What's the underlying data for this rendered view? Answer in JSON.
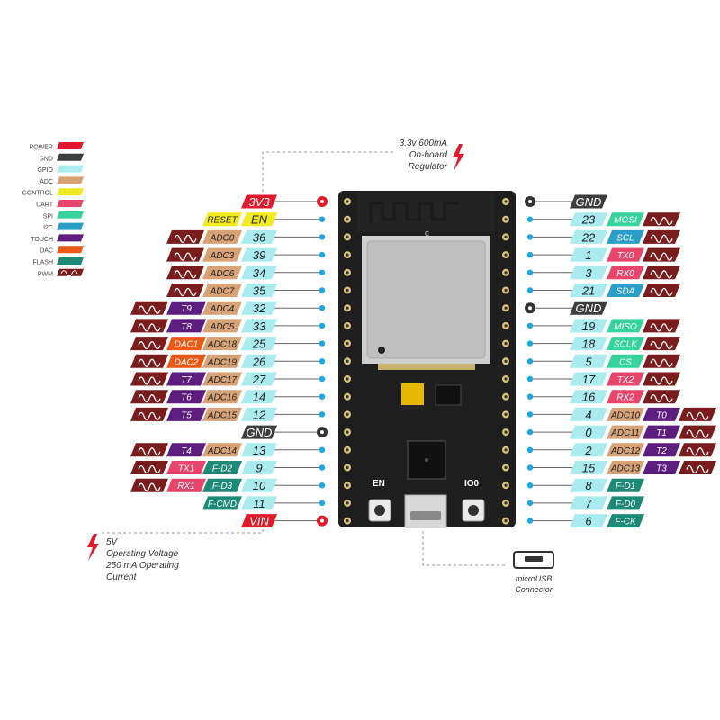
{
  "colors": {
    "POWER": "#e0192c",
    "GND": "#3d3d3d",
    "GPIO": "#a9ebee",
    "ADC": "#d8a277",
    "CONTROL": "#f2ea21",
    "UART": "#e8456c",
    "SPI": "#36d39d",
    "I2C": "#2b9ec7",
    "TOUCH": "#5d1d7e",
    "DAC": "#ea5a16",
    "FLASH": "#1d8a77",
    "PWM": "#7a1c1c"
  },
  "legend": [
    {
      "label": "POWER",
      "type": "POWER"
    },
    {
      "label": "GND",
      "type": "GND"
    },
    {
      "label": "GPIO",
      "type": "GPIO"
    },
    {
      "label": "ADC",
      "type": "ADC"
    },
    {
      "label": "CONTROL",
      "type": "CONTROL"
    },
    {
      "label": "UART",
      "type": "UART"
    },
    {
      "label": "SPI",
      "type": "SPI"
    },
    {
      "label": "I2C",
      "type": "I2C"
    },
    {
      "label": "TOUCH",
      "type": "TOUCH"
    },
    {
      "label": "DAC",
      "type": "DAC"
    },
    {
      "label": "FLASH",
      "type": "FLASH"
    },
    {
      "label": "PWM",
      "type": "PWM"
    }
  ],
  "left_pins": [
    {
      "main": "3V3",
      "main_type": "POWER",
      "dot": "red",
      "tags": []
    },
    {
      "main": "EN",
      "main_type": "CONTROL",
      "dot": "blue",
      "tags": [
        {
          "t": "RESET",
          "type": "CONTROL"
        }
      ]
    },
    {
      "main": "36",
      "main_type": "GPIO",
      "dot": "blue",
      "tags": [
        {
          "t": "ADC0",
          "type": "ADC"
        },
        {
          "t": "",
          "type": "PWM"
        }
      ]
    },
    {
      "main": "39",
      "main_type": "GPIO",
      "dot": "blue",
      "tags": [
        {
          "t": "ADC3",
          "type": "ADC"
        },
        {
          "t": "",
          "type": "PWM"
        }
      ]
    },
    {
      "main": "34",
      "main_type": "GPIO",
      "dot": "blue",
      "tags": [
        {
          "t": "ADC6",
          "type": "ADC"
        },
        {
          "t": "",
          "type": "PWM"
        }
      ]
    },
    {
      "main": "35",
      "main_type": "GPIO",
      "dot": "blue",
      "tags": [
        {
          "t": "ADC7",
          "type": "ADC"
        },
        {
          "t": "",
          "type": "PWM"
        }
      ]
    },
    {
      "main": "32",
      "main_type": "GPIO",
      "dot": "blue",
      "tags": [
        {
          "t": "ADC4",
          "type": "ADC"
        },
        {
          "t": "T9",
          "type": "TOUCH"
        },
        {
          "t": "",
          "type": "PWM"
        }
      ]
    },
    {
      "main": "33",
      "main_type": "GPIO",
      "dot": "blue",
      "tags": [
        {
          "t": "ADC5",
          "type": "ADC"
        },
        {
          "t": "T8",
          "type": "TOUCH"
        },
        {
          "t": "",
          "type": "PWM"
        }
      ]
    },
    {
      "main": "25",
      "main_type": "GPIO",
      "dot": "blue",
      "tags": [
        {
          "t": "ADC18",
          "type": "ADC"
        },
        {
          "t": "DAC1",
          "type": "DAC"
        },
        {
          "t": "",
          "type": "PWM"
        }
      ]
    },
    {
      "main": "26",
      "main_type": "GPIO",
      "dot": "blue",
      "tags": [
        {
          "t": "ADC19",
          "type": "ADC"
        },
        {
          "t": "DAC2",
          "type": "DAC"
        },
        {
          "t": "",
          "type": "PWM"
        }
      ]
    },
    {
      "main": "27",
      "main_type": "GPIO",
      "dot": "blue",
      "tags": [
        {
          "t": "ADC17",
          "type": "ADC"
        },
        {
          "t": "T7",
          "type": "TOUCH"
        },
        {
          "t": "",
          "type": "PWM"
        }
      ]
    },
    {
      "main": "14",
      "main_type": "GPIO",
      "dot": "blue",
      "tags": [
        {
          "t": "ADC16",
          "type": "ADC"
        },
        {
          "t": "T6",
          "type": "TOUCH"
        },
        {
          "t": "",
          "type": "PWM"
        }
      ]
    },
    {
      "main": "12",
      "main_type": "GPIO",
      "dot": "blue",
      "tags": [
        {
          "t": "ADC15",
          "type": "ADC"
        },
        {
          "t": "T5",
          "type": "TOUCH"
        },
        {
          "t": "",
          "type": "PWM"
        }
      ]
    },
    {
      "main": "GND",
      "main_type": "GND",
      "dot": "black",
      "tags": []
    },
    {
      "main": "13",
      "main_type": "GPIO",
      "dot": "blue",
      "tags": [
        {
          "t": "ADC14",
          "type": "ADC"
        },
        {
          "t": "T4",
          "type": "TOUCH"
        },
        {
          "t": "",
          "type": "PWM"
        }
      ]
    },
    {
      "main": "9",
      "main_type": "GPIO",
      "dot": "blue",
      "tags": [
        {
          "t": "F-D2",
          "type": "FLASH"
        },
        {
          "t": "TX1",
          "type": "UART"
        },
        {
          "t": "",
          "type": "PWM"
        }
      ]
    },
    {
      "main": "10",
      "main_type": "GPIO",
      "dot": "blue",
      "tags": [
        {
          "t": "F-D3",
          "type": "FLASH"
        },
        {
          "t": "RX1",
          "type": "UART"
        },
        {
          "t": "",
          "type": "PWM"
        }
      ]
    },
    {
      "main": "11",
      "main_type": "GPIO",
      "dot": "blue",
      "tags": [
        {
          "t": "F-CMD",
          "type": "FLASH"
        }
      ]
    },
    {
      "main": "VIN",
      "main_type": "POWER",
      "dot": "red",
      "tags": []
    }
  ],
  "right_pins": [
    {
      "main": "GND",
      "main_type": "GND",
      "dot": "black",
      "tags": []
    },
    {
      "main": "23",
      "main_type": "GPIO",
      "dot": "blue",
      "tags": [
        {
          "t": "MOSI",
          "type": "SPI"
        },
        {
          "t": "",
          "type": "PWM"
        }
      ]
    },
    {
      "main": "22",
      "main_type": "GPIO",
      "dot": "blue",
      "tags": [
        {
          "t": "SCL",
          "type": "I2C"
        },
        {
          "t": "",
          "type": "PWM"
        }
      ]
    },
    {
      "main": "1",
      "main_type": "GPIO",
      "dot": "blue",
      "tags": [
        {
          "t": "TX0",
          "type": "UART"
        },
        {
          "t": "",
          "type": "PWM"
        }
      ]
    },
    {
      "main": "3",
      "main_type": "GPIO",
      "dot": "blue",
      "tags": [
        {
          "t": "RX0",
          "type": "UART"
        },
        {
          "t": "",
          "type": "PWM"
        }
      ]
    },
    {
      "main": "21",
      "main_type": "GPIO",
      "dot": "blue",
      "tags": [
        {
          "t": "SDA",
          "type": "I2C"
        },
        {
          "t": "",
          "type": "PWM"
        }
      ]
    },
    {
      "main": "GND",
      "main_type": "GND",
      "dot": "black",
      "tags": []
    },
    {
      "main": "19",
      "main_type": "GPIO",
      "dot": "blue",
      "tags": [
        {
          "t": "MISO",
          "type": "SPI"
        },
        {
          "t": "",
          "type": "PWM"
        }
      ]
    },
    {
      "main": "18",
      "main_type": "GPIO",
      "dot": "blue",
      "tags": [
        {
          "t": "SCLK",
          "type": "SPI"
        },
        {
          "t": "",
          "type": "PWM"
        }
      ]
    },
    {
      "main": "5",
      "main_type": "GPIO",
      "dot": "blue",
      "tags": [
        {
          "t": "CS",
          "type": "SPI"
        },
        {
          "t": "",
          "type": "PWM"
        }
      ]
    },
    {
      "main": "17",
      "main_type": "GPIO",
      "dot": "blue",
      "tags": [
        {
          "t": "TX2",
          "type": "UART"
        },
        {
          "t": "",
          "type": "PWM"
        }
      ]
    },
    {
      "main": "16",
      "main_type": "GPIO",
      "dot": "blue",
      "tags": [
        {
          "t": "RX2",
          "type": "UART"
        },
        {
          "t": "",
          "type": "PWM"
        }
      ]
    },
    {
      "main": "4",
      "main_type": "GPIO",
      "dot": "blue",
      "tags": [
        {
          "t": "ADC10",
          "type": "ADC"
        },
        {
          "t": "T0",
          "type": "TOUCH"
        },
        {
          "t": "",
          "type": "PWM"
        }
      ]
    },
    {
      "main": "0",
      "main_type": "GPIO",
      "dot": "blue",
      "tags": [
        {
          "t": "ADC11",
          "type": "ADC"
        },
        {
          "t": "T1",
          "type": "TOUCH"
        },
        {
          "t": "",
          "type": "PWM"
        }
      ]
    },
    {
      "main": "2",
      "main_type": "GPIO",
      "dot": "blue",
      "tags": [
        {
          "t": "ADC12",
          "type": "ADC"
        },
        {
          "t": "T2",
          "type": "TOUCH"
        },
        {
          "t": "",
          "type": "PWM"
        }
      ]
    },
    {
      "main": "15",
      "main_type": "GPIO",
      "dot": "blue",
      "tags": [
        {
          "t": "ADC13",
          "type": "ADC"
        },
        {
          "t": "T3",
          "type": "TOUCH"
        },
        {
          "t": "",
          "type": "PWM"
        }
      ]
    },
    {
      "main": "8",
      "main_type": "GPIO",
      "dot": "blue",
      "tags": [
        {
          "t": "F-D1",
          "type": "FLASH"
        }
      ]
    },
    {
      "main": "7",
      "main_type": "GPIO",
      "dot": "blue",
      "tags": [
        {
          "t": "F-D0",
          "type": "FLASH"
        }
      ]
    },
    {
      "main": "6",
      "main_type": "GPIO",
      "dot": "blue",
      "tags": [
        {
          "t": "F-CK",
          "type": "FLASH"
        }
      ]
    }
  ],
  "notes": {
    "regulator": [
      "3.3v 600mA",
      "On-board",
      "Regulator"
    ],
    "power": [
      "5V",
      "Operating Voltage",
      "250 mA Operating",
      "Current"
    ],
    "usb": [
      "microUSB",
      "Connector"
    ]
  },
  "board": {
    "en_label": "EN",
    "io0_label": "IO0",
    "chip_mark": "C"
  }
}
